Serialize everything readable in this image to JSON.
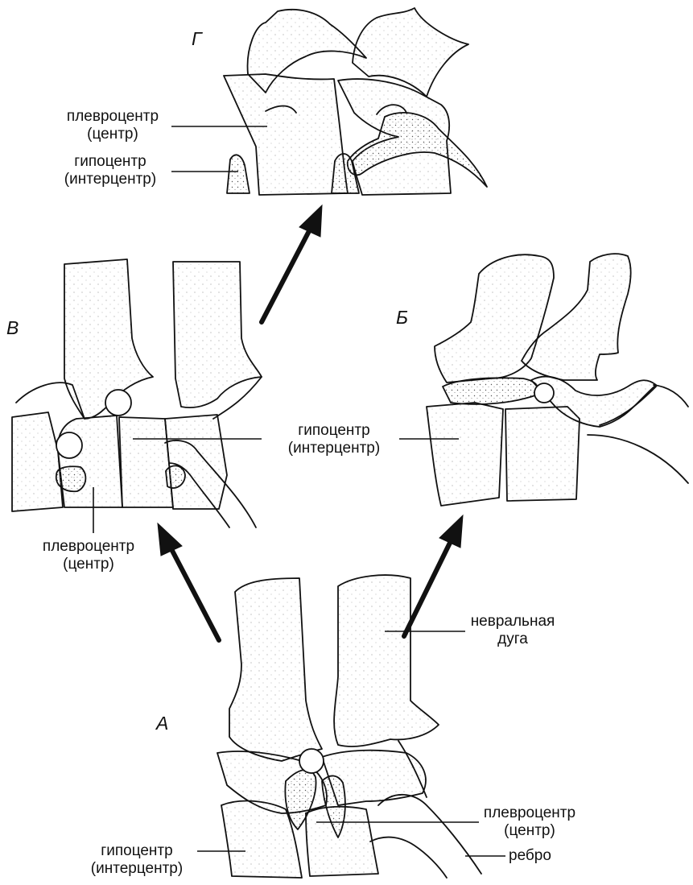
{
  "stages": {
    "a": "А",
    "b": "Б",
    "v": "В",
    "g": "Г"
  },
  "labels": {
    "pleurocenter": {
      "line1": "плевроцентр",
      "line2": "(центр)"
    },
    "hypocenter": {
      "line1": "гипоцентр",
      "line2": "(интерцентр)"
    },
    "neural_arch": {
      "line1": "невральная",
      "line2": "дуга"
    },
    "rib": "ребро"
  },
  "colors": {
    "ink": "#111111",
    "paper": "#ffffff",
    "stipple": "#555555"
  }
}
